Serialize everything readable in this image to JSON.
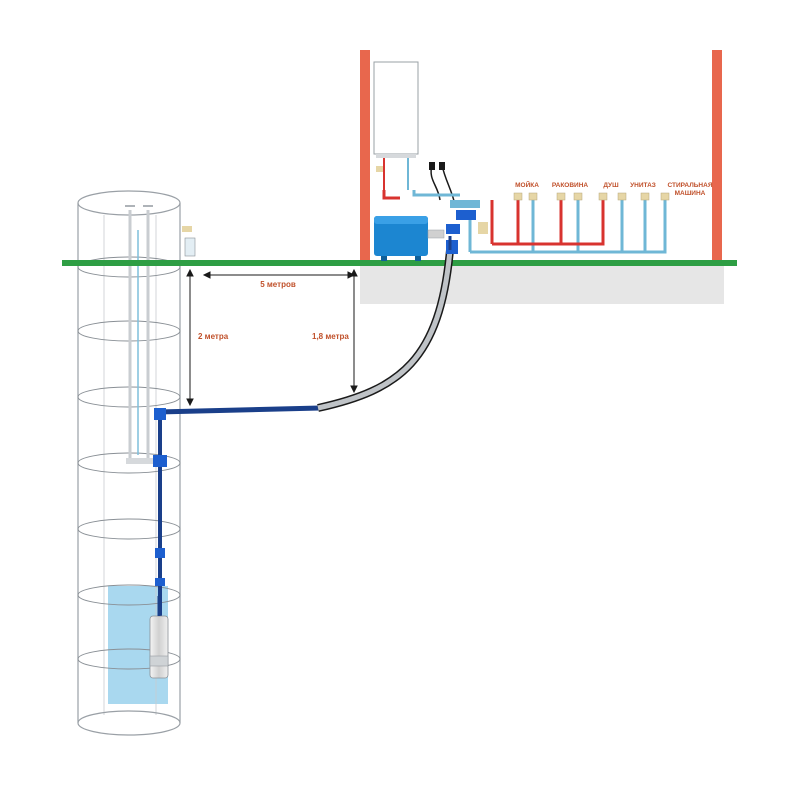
{
  "colors": {
    "ground": "#2e9e44",
    "wall": "#e8674d",
    "water": "#a9d8ef",
    "hot_pipe": "#d8332f",
    "cold_pipe": "#6fb7d6",
    "pressure_pipe": "#1a3f8a",
    "hose_outer": "#1a1a1a",
    "hose_inner": "#bfc3c7",
    "label": "#c0502a",
    "tank": "#1c86d1",
    "foundation": "#e6e6e6"
  },
  "dimensions": {
    "horizontal": "5 метров",
    "depth_well": "2 метра",
    "depth_house": "1,8 метра"
  },
  "fixtures": [
    {
      "label_lines": [
        "МОЙКА"
      ]
    },
    {
      "label_lines": [
        "РАКОВИНА"
      ]
    },
    {
      "label_lines": [
        "ДУШ"
      ]
    },
    {
      "label_lines": [
        "УНИТАЗ"
      ]
    },
    {
      "label_lines": [
        "СТИРАЛЬНАЯ",
        "МАШИНА"
      ]
    }
  ],
  "icons": {
    "boiler": "water-heater-icon",
    "tank": "hydroaccumulator-icon",
    "pump": "submersible-pump-icon"
  }
}
